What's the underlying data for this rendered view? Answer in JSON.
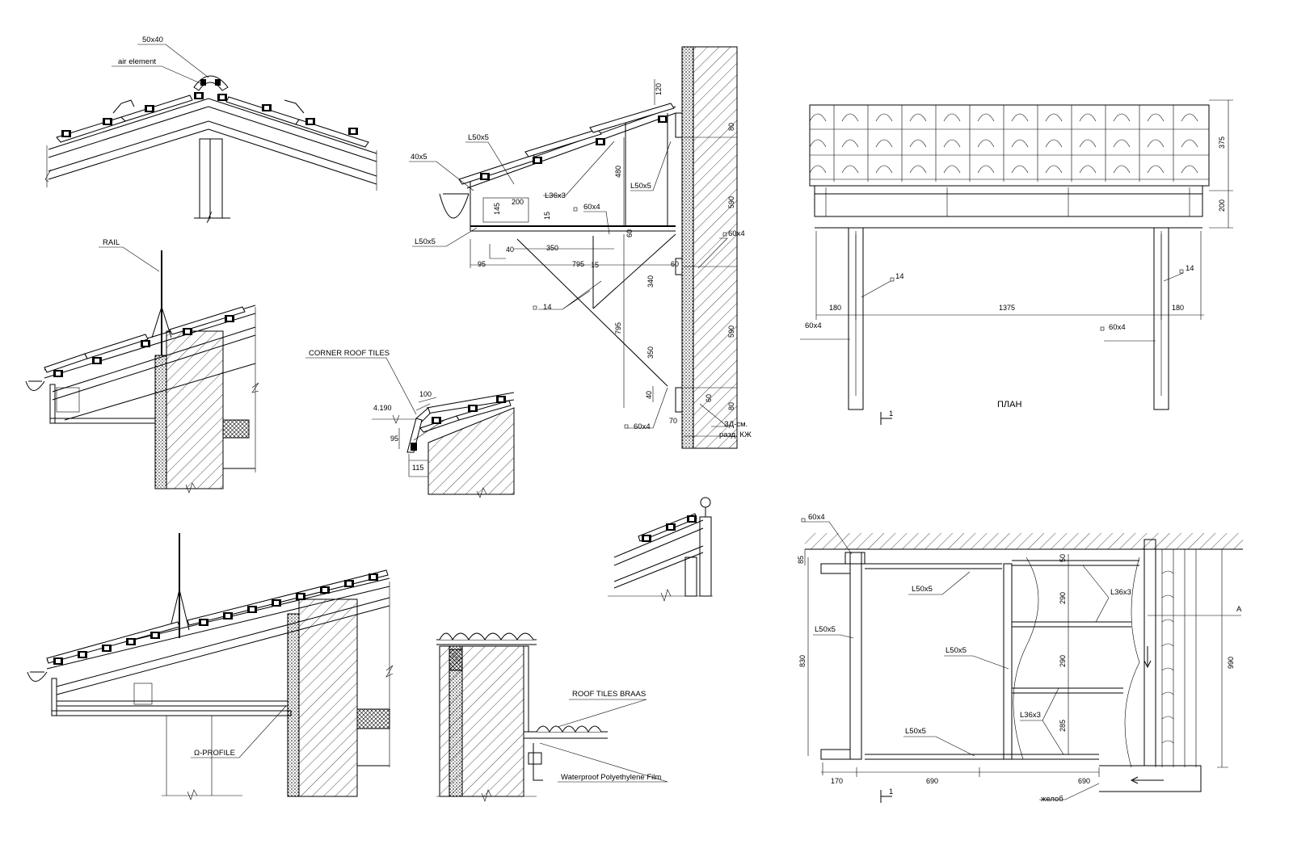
{
  "ridge_detail": {
    "size_label": "50x40",
    "air_label": "air element"
  },
  "eave_rail_detail": {
    "rail_label": "RAIL"
  },
  "corner_detail": {
    "title": "CORNER ROOF TILES",
    "level": "4.190",
    "dim_100": "100",
    "dim_95": "95",
    "dim_115": "115"
  },
  "section_1": {
    "labels": {
      "angle_top": "L50x5",
      "plate": "40x5",
      "angle_bottom": "L50x5",
      "angle_small": "L36x3",
      "angle_right": "L50x5",
      "bar_60x4_a": "60x4",
      "bar_60x4_b": "60x4",
      "bar_60x4_c": "60x4",
      "rod_14": "14",
      "note_1": "ЗД-см.",
      "note_2": "разд. КЖ"
    },
    "dims": {
      "d120": "120",
      "d80a": "80",
      "d590a": "590",
      "d590b": "590",
      "d80b": "80",
      "d480": "480",
      "d200": "200",
      "d145": "145",
      "d15a": "15",
      "d60a": "60",
      "d40a": "40",
      "d350a": "350",
      "d95": "95",
      "d795a": "795",
      "d15b": "15",
      "d60b": "60",
      "d340": "340",
      "d795b": "795",
      "d350b": "350",
      "d40b": "40",
      "d60c": "60",
      "d70": "70"
    }
  },
  "plan_elevation": {
    "caption": "ПЛАН",
    "section_mark": "1",
    "rod_left": "14",
    "rod_right": "14",
    "bar_left": "60x4",
    "bar_right": "60x4",
    "dims": {
      "d375": "375",
      "d200": "200",
      "d180a": "180",
      "d1375": "1375",
      "d180b": "180"
    }
  },
  "eave_omega_detail": {
    "profile_label": "Ω-PROFILE"
  },
  "eave_film_detail": {
    "tiles_label": "ROOF TILES BRAAS",
    "film_label": "Waterproof Polyethylene Film"
  },
  "plan_frame": {
    "bar_label": "60x4",
    "angle_top": "L50x5",
    "angle_small_1": "L36x3",
    "angle_left": "L50x5",
    "angle_mid": "L50x5",
    "angle_bottom": "L50x5",
    "angle_small_2": "L36x3",
    "axis_label": "A",
    "gutter_label": "желоб",
    "section_mark": "1",
    "dims": {
      "d85": "85",
      "d50": "50",
      "d290a": "290",
      "d290b": "290",
      "d285": "285",
      "d830": "830",
      "d990": "990",
      "d170": "170",
      "d690a": "690",
      "d690b": "690"
    }
  }
}
